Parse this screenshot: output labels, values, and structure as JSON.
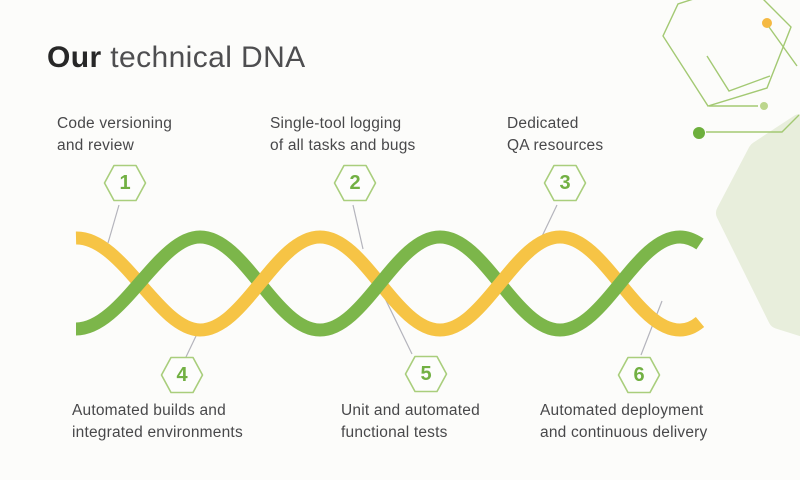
{
  "title": {
    "bold": "Our",
    "rest": " technical DNA"
  },
  "steps": [
    {
      "number": "1",
      "label_line1": "Code versioning",
      "label_line2": "and review"
    },
    {
      "number": "2",
      "label_line1": "Single-tool logging",
      "label_line2": "of all tasks and bugs"
    },
    {
      "number": "3",
      "label_line1": "Dedicated",
      "label_line2": "QA resources"
    },
    {
      "number": "4",
      "label_line1": "Automated builds and",
      "label_line2": "integrated environments"
    },
    {
      "number": "5",
      "label_line1": "Unit and automated",
      "label_line2": "functional tests"
    },
    {
      "number": "6",
      "label_line1": "Automated deployment",
      "label_line2": "and continuous delivery"
    }
  ],
  "colors": {
    "strand_yellow": "#F6C445",
    "strand_green": "#7CB64A",
    "hex_outline": "#A9CE7C",
    "number_green": "#72B043",
    "connector_gray": "#B4B4BC",
    "deco_line_green": "#A3C973",
    "dot_green_dark": "#6DAF3C",
    "dot_green_light": "#BCD68D",
    "dot_yellow": "#F5B942",
    "blob_fill": "#E8EEDC",
    "title_dark": "#272727",
    "title_gray": "#4E4E50",
    "text_gray": "#48484A",
    "background": "#FCFCFA"
  }
}
